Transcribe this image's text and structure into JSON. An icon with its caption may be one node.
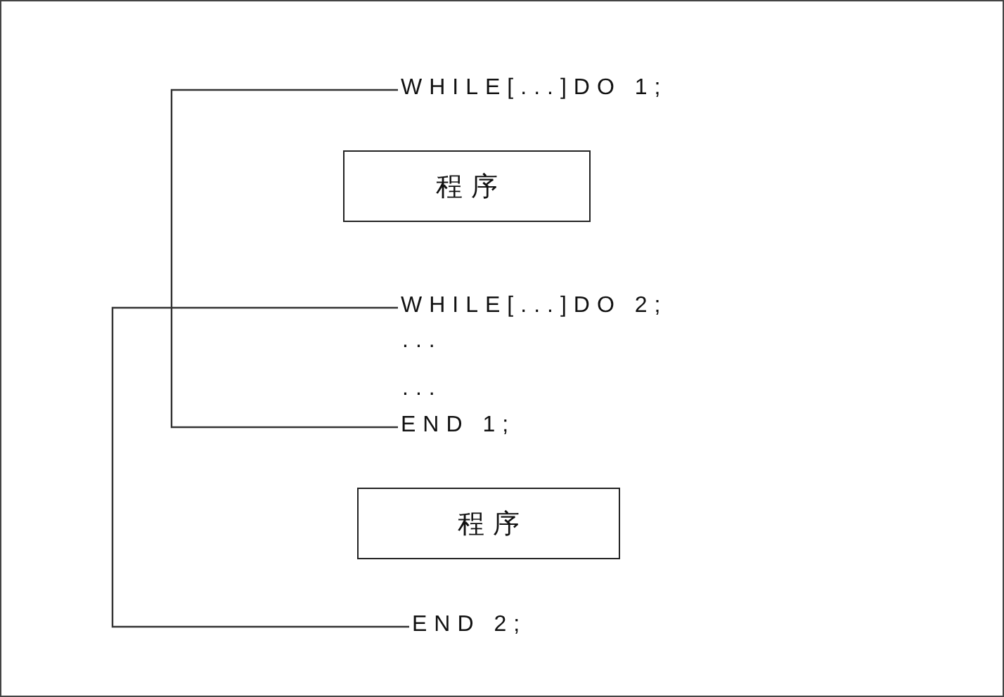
{
  "diagram": {
    "nodes": [
      {
        "text": [
          "WHILE[...]DO 1;"
        ]
      },
      {
        "text": [
          "程序"
        ]
      },
      {
        "text": [
          "WHILE[...]DO 2;"
        ]
      },
      {
        "text": [
          "END 1;"
        ]
      },
      {
        "text": [
          "程序"
        ]
      },
      {
        "text": [
          "END 2;"
        ]
      }
    ],
    "edges": [
      {
        "from": 0,
        "to": 3,
        "arrow": "none"
      },
      {
        "from": 2,
        "to": 5,
        "arrow": "none"
      }
    ],
    "labels": [
      "...",
      "..."
    ]
  }
}
